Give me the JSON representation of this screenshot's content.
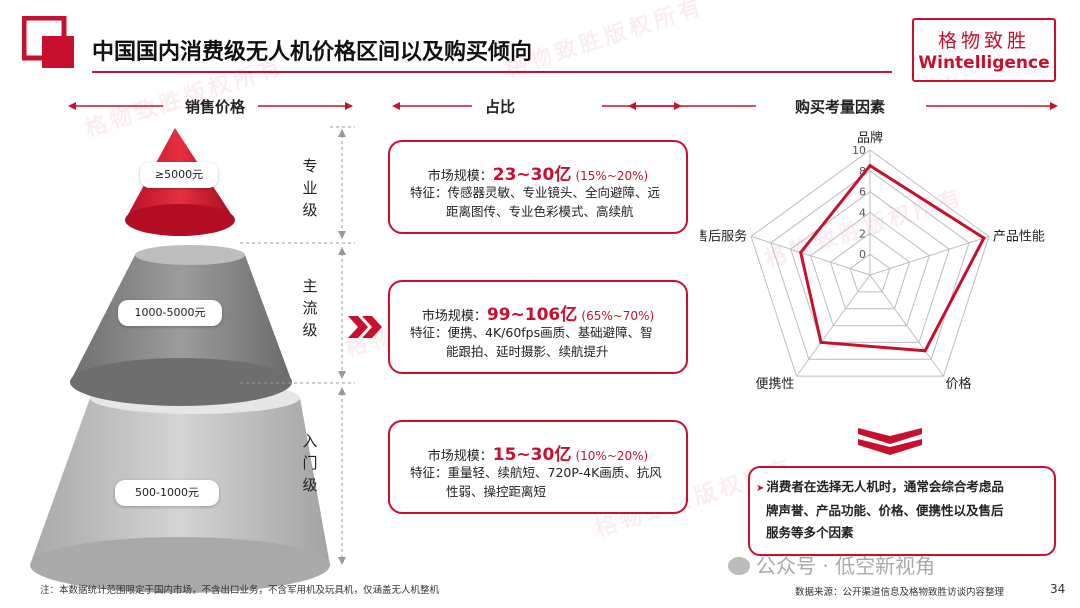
{
  "header": {
    "title": "中国国内消费级无人机价格区间以及购买倾向",
    "logo_cn": "格物致胜",
    "logo_en": "Wintelligence"
  },
  "sections": {
    "price": "销售价格",
    "share": "占比",
    "factors": "购买考量因素"
  },
  "tiers": [
    {
      "label": "专业级",
      "price": "≥5000元",
      "market_prefix": "市场规模：",
      "market_value": "23~30亿",
      "market_pct": "(15%~20%)",
      "feature_line1": "特征：传感器灵敏、专业镜头、全向避障、远",
      "feature_line2": "距离图传、专业色彩模式、高续航"
    },
    {
      "label": "主流级",
      "price": "1000-5000元",
      "market_prefix": "市场规模：",
      "market_value": "99~106亿",
      "market_pct": "(65%~70%)",
      "feature_line1": "特征：便携、4K/60fps画质、基础避障、智",
      "feature_line2": "能跟拍、延时摄影、续航提升"
    },
    {
      "label": "入门级",
      "price": "500-1000元",
      "market_prefix": "市场规模：",
      "market_value": "15~30亿",
      "market_pct": "(10%~20%)",
      "feature_line1": "特征：重量轻、续航短、720P-4K画质、抗风",
      "feature_line2": "性弱、操控距离短"
    }
  ],
  "chart_data": {
    "type": "radar",
    "axes": [
      "品牌",
      "产品性能",
      "价格",
      "便携性",
      "售后服务"
    ],
    "ticks": [
      "0",
      "2",
      "4",
      "6",
      "8",
      "10"
    ],
    "rmin": -2,
    "rmax": 10,
    "series": [
      {
        "values": [
          8.5,
          9.5,
          7,
          6,
          5
        ]
      }
    ],
    "color": "#c8102e"
  },
  "summary": "消费者在选择无人机时，通常会综合考虑品牌声誉、产品功能、价格、便携性以及售后服务等多个因素",
  "summary_line1": "消费者在选择无人机时，通常会综合考虑品",
  "summary_line2": "牌声誉、产品功能、价格、便携性以及售后",
  "summary_line3": "服务等多个因素",
  "footer": {
    "note": "注：本数据统计范围限定于国内市场，不含出口业务，不含军用机及玩具机，仅涵盖无人机整机",
    "source": "数据来源：公开渠道信息及格物致胜访谈内容整理",
    "page": "34",
    "wechat": "公众号 · 低空新视角"
  },
  "watermark": "格物致胜版权所有",
  "colors": {
    "accent": "#c8102e"
  }
}
